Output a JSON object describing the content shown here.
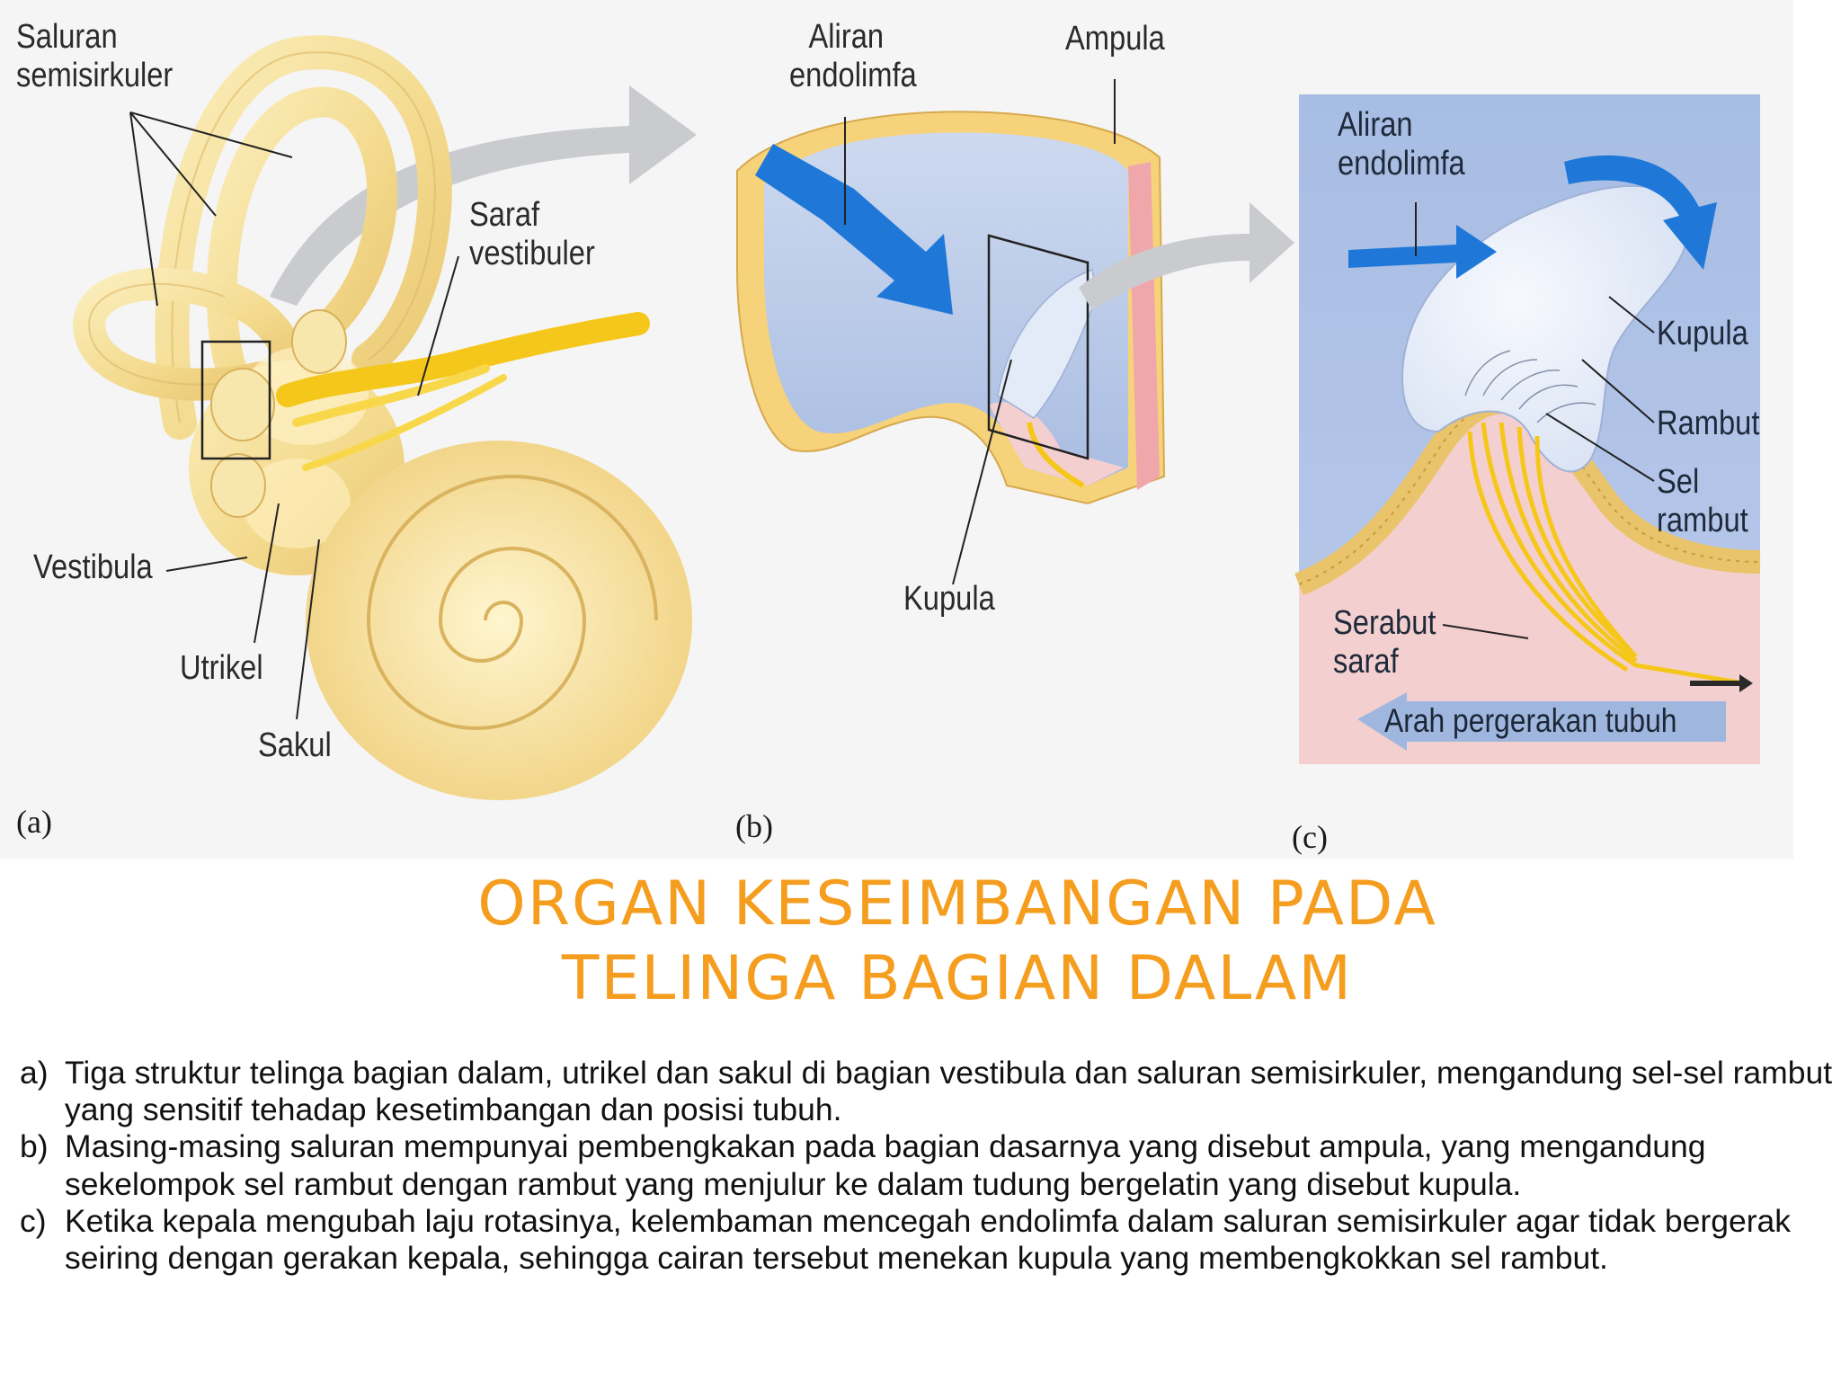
{
  "figure": {
    "panel_a": {
      "letter": "(a)",
      "labels": {
        "semicircular_canals": [
          "Saluran",
          "semisirkuler"
        ],
        "vestibular_nerve": [
          "Saraf",
          "vestibuler"
        ],
        "vestibule": "Vestibula",
        "utricle": "Utrikel",
        "saccule": "Sakul"
      }
    },
    "panel_b": {
      "letter": "(b)",
      "labels": {
        "endolymph_flow": [
          "Aliran",
          "endolimfa"
        ],
        "ampulla": "Ampula",
        "cupula": "Kupula"
      }
    },
    "panel_c": {
      "letter": "(c)",
      "labels": {
        "endolymph_flow": [
          "Aliran",
          "endolimfa"
        ],
        "cupula": "Kupula",
        "hair": "Rambut",
        "hair_cell": [
          "Sel",
          "rambut"
        ],
        "nerve_fiber": [
          "Serabut",
          "saraf"
        ],
        "body_motion": "Arah pergerakan tubuh"
      }
    },
    "colors": {
      "inner_ear": "#f3d98c",
      "nerve": "#f5c71a",
      "endolymph_arrow": "#1f78d8",
      "fluid": "#b9cbe8",
      "tissue": "#f4cfd0",
      "grey_arrow": "#c9cbce"
    }
  },
  "title": {
    "line1": "ORGAN KESEIMBANGAN PADA",
    "line2": "TELINGA BAGIAN DALAM"
  },
  "description": [
    {
      "marker": "a)",
      "text": "Tiga struktur telinga bagian dalam, utrikel dan sakul di bagian vestibula dan saluran semisirkuler, mengandung sel-sel rambut yang sensitif tehadap kesetimbangan dan posisi tubuh."
    },
    {
      "marker": "b)",
      "text": "Masing-masing saluran mempunyai pembengkakan pada bagian dasarnya yang disebut ampula, yang mengandung sekelompok sel rambut dengan rambut yang menjulur ke dalam tudung bergelatin  yang disebut kupula."
    },
    {
      "marker": "c)",
      "text": "Ketika kepala mengubah laju rotasinya, kelembaman mencegah endolimfa dalam saluran semisirkuler agar tidak bergerak seiring dengan gerakan kepala, sehingga cairan tersebut menekan kupula yang membengkokkan sel rambut."
    }
  ]
}
